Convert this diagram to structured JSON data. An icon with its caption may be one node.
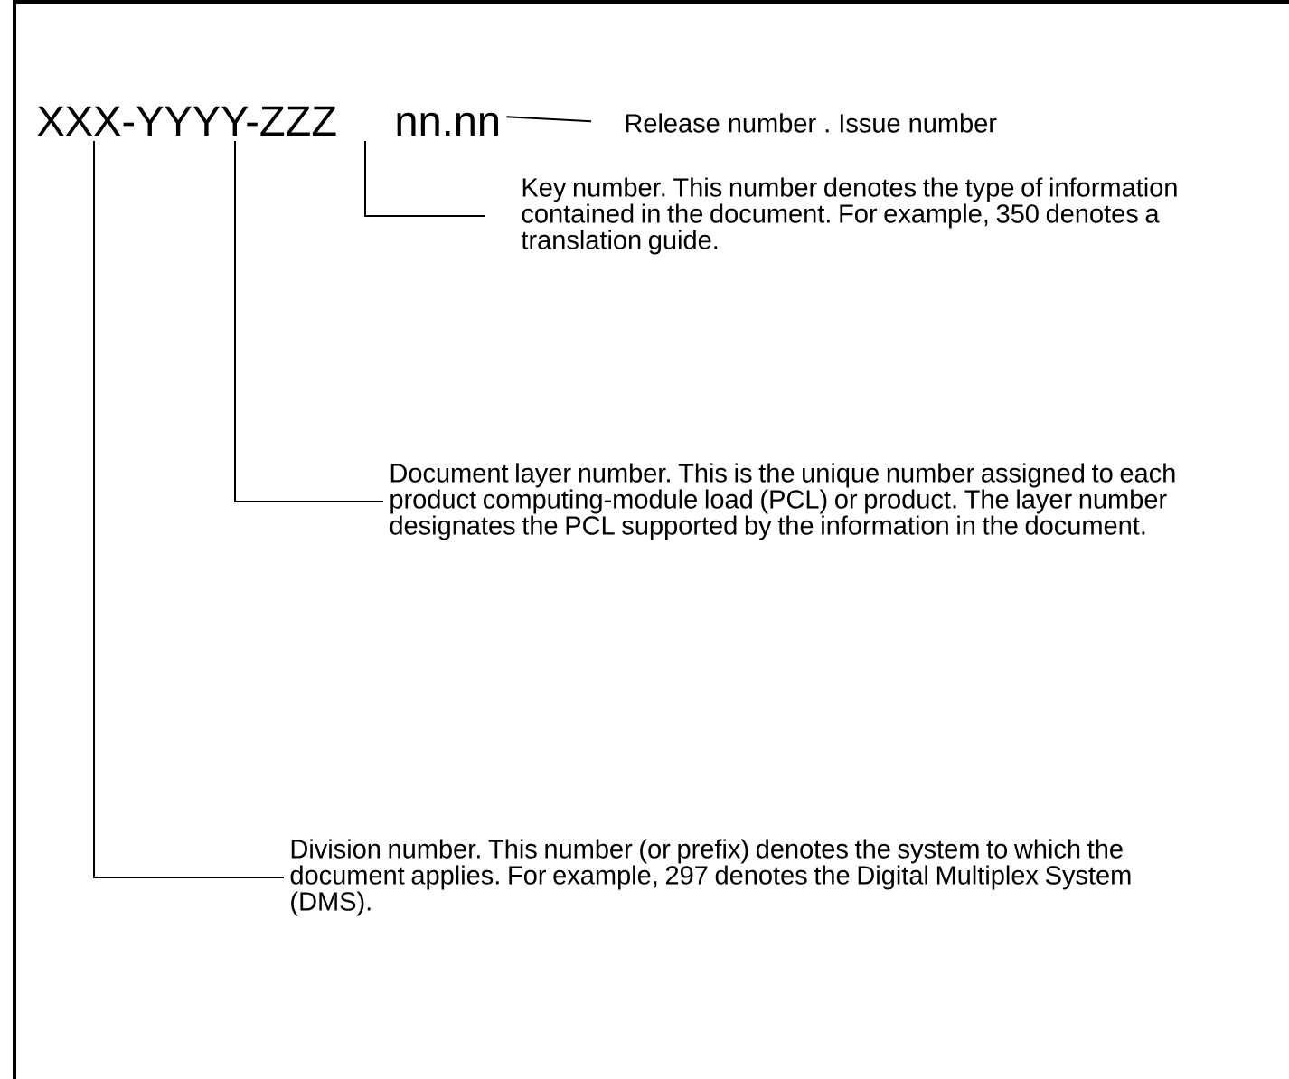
{
  "diagram": {
    "nodes": [
      {
        "text": [
          "XXX-YYYY-ZZZ"
        ]
      },
      {
        "text": [
          "nn.nn"
        ]
      },
      {
        "text": [
          "Release number . Issue number"
        ]
      },
      {
        "text": [
          "Key number. This number denotes the type of information contained in the document. For example, 350 denotes a translation guide."
        ]
      },
      {
        "text": [
          "Document layer number. This is the unique number assigned to each product computing-module load (PCL) or product. The layer number designates the PCL supported by the information in the document."
        ]
      },
      {
        "text": [
          "Division number. This number (or prefix) denotes the system to which the document applies. For example, 297 denotes the Digital Multiplex System (DMS)."
        ]
      }
    ],
    "edges": [
      {
        "from": 1,
        "to": 2,
        "arrow": "none"
      },
      {
        "from": 0,
        "to": 3,
        "arrow": "none"
      },
      {
        "from": 0,
        "to": 4,
        "arrow": "none"
      },
      {
        "from": 0,
        "to": 5,
        "arrow": "none"
      }
    ]
  }
}
